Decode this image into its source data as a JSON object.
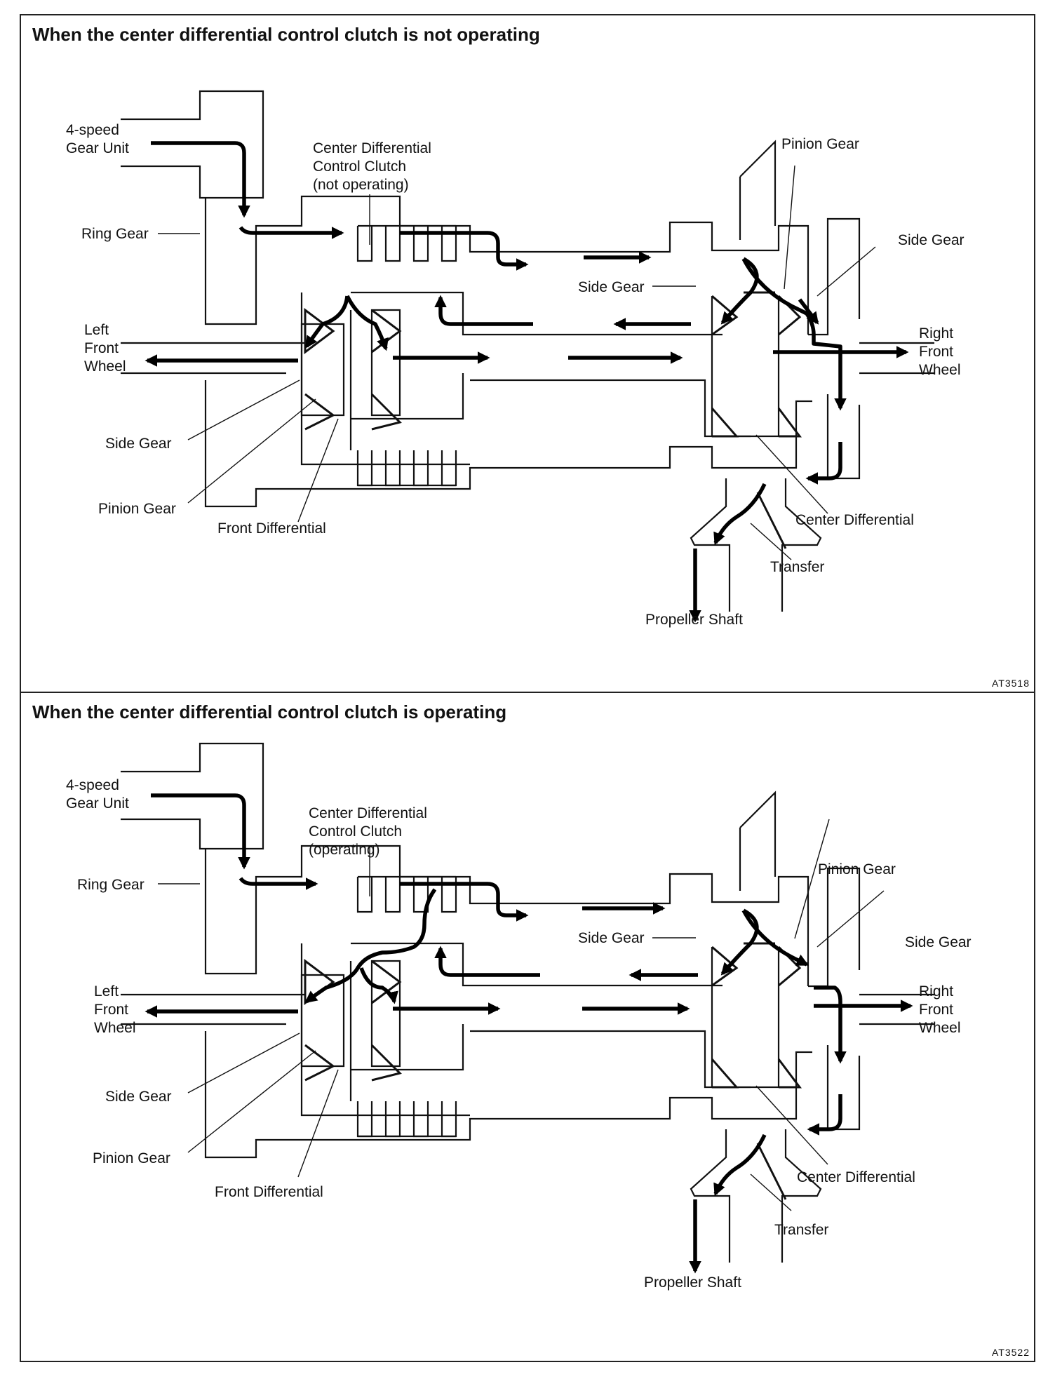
{
  "panels": [
    {
      "title": "When the center differential control clutch is not operating",
      "code": "AT3518",
      "labels": {
        "gear_unit_1": "4-speed",
        "gear_unit_2": "Gear Unit",
        "ring_gear": "Ring Gear",
        "clutch_1": "Center Differential",
        "clutch_2": "Control Clutch",
        "clutch_3": "(not operating)",
        "pinion_gear_right": "Pinion Gear",
        "side_gear_right": "Side Gear",
        "side_gear_center": "Side Gear",
        "left_1": "Left",
        "left_2": "Front",
        "left_3": "Wheel",
        "right_1": "Right",
        "right_2": "Front",
        "right_3": "Wheel",
        "side_gear_left": "Side Gear",
        "pinion_gear_left": "Pinion Gear",
        "front_differential": "Front Differential",
        "center_differential": "Center Differential",
        "transfer": "Transfer",
        "propeller_shaft": "Propeller Shaft"
      }
    },
    {
      "title": "When the center differential control clutch is operating",
      "code": "AT3522",
      "labels": {
        "gear_unit_1": "4-speed",
        "gear_unit_2": "Gear Unit",
        "ring_gear": "Ring Gear",
        "clutch_1": "Center Differential",
        "clutch_2": "Control Clutch",
        "clutch_3": "(operating)",
        "pinion_gear_right": "Pinion Gear",
        "side_gear_right": "Side Gear",
        "side_gear_center": "Side Gear",
        "left_1": "Left",
        "left_2": "Front",
        "left_3": "Wheel",
        "right_1": "Right",
        "right_2": "Front",
        "right_3": "Wheel",
        "side_gear_left": "Side Gear",
        "pinion_gear_left": "Pinion Gear",
        "front_differential": "Front Differential",
        "center_differential": "Center Differential",
        "transfer": "Transfer",
        "propeller_shaft": "Propeller Shaft"
      }
    }
  ]
}
